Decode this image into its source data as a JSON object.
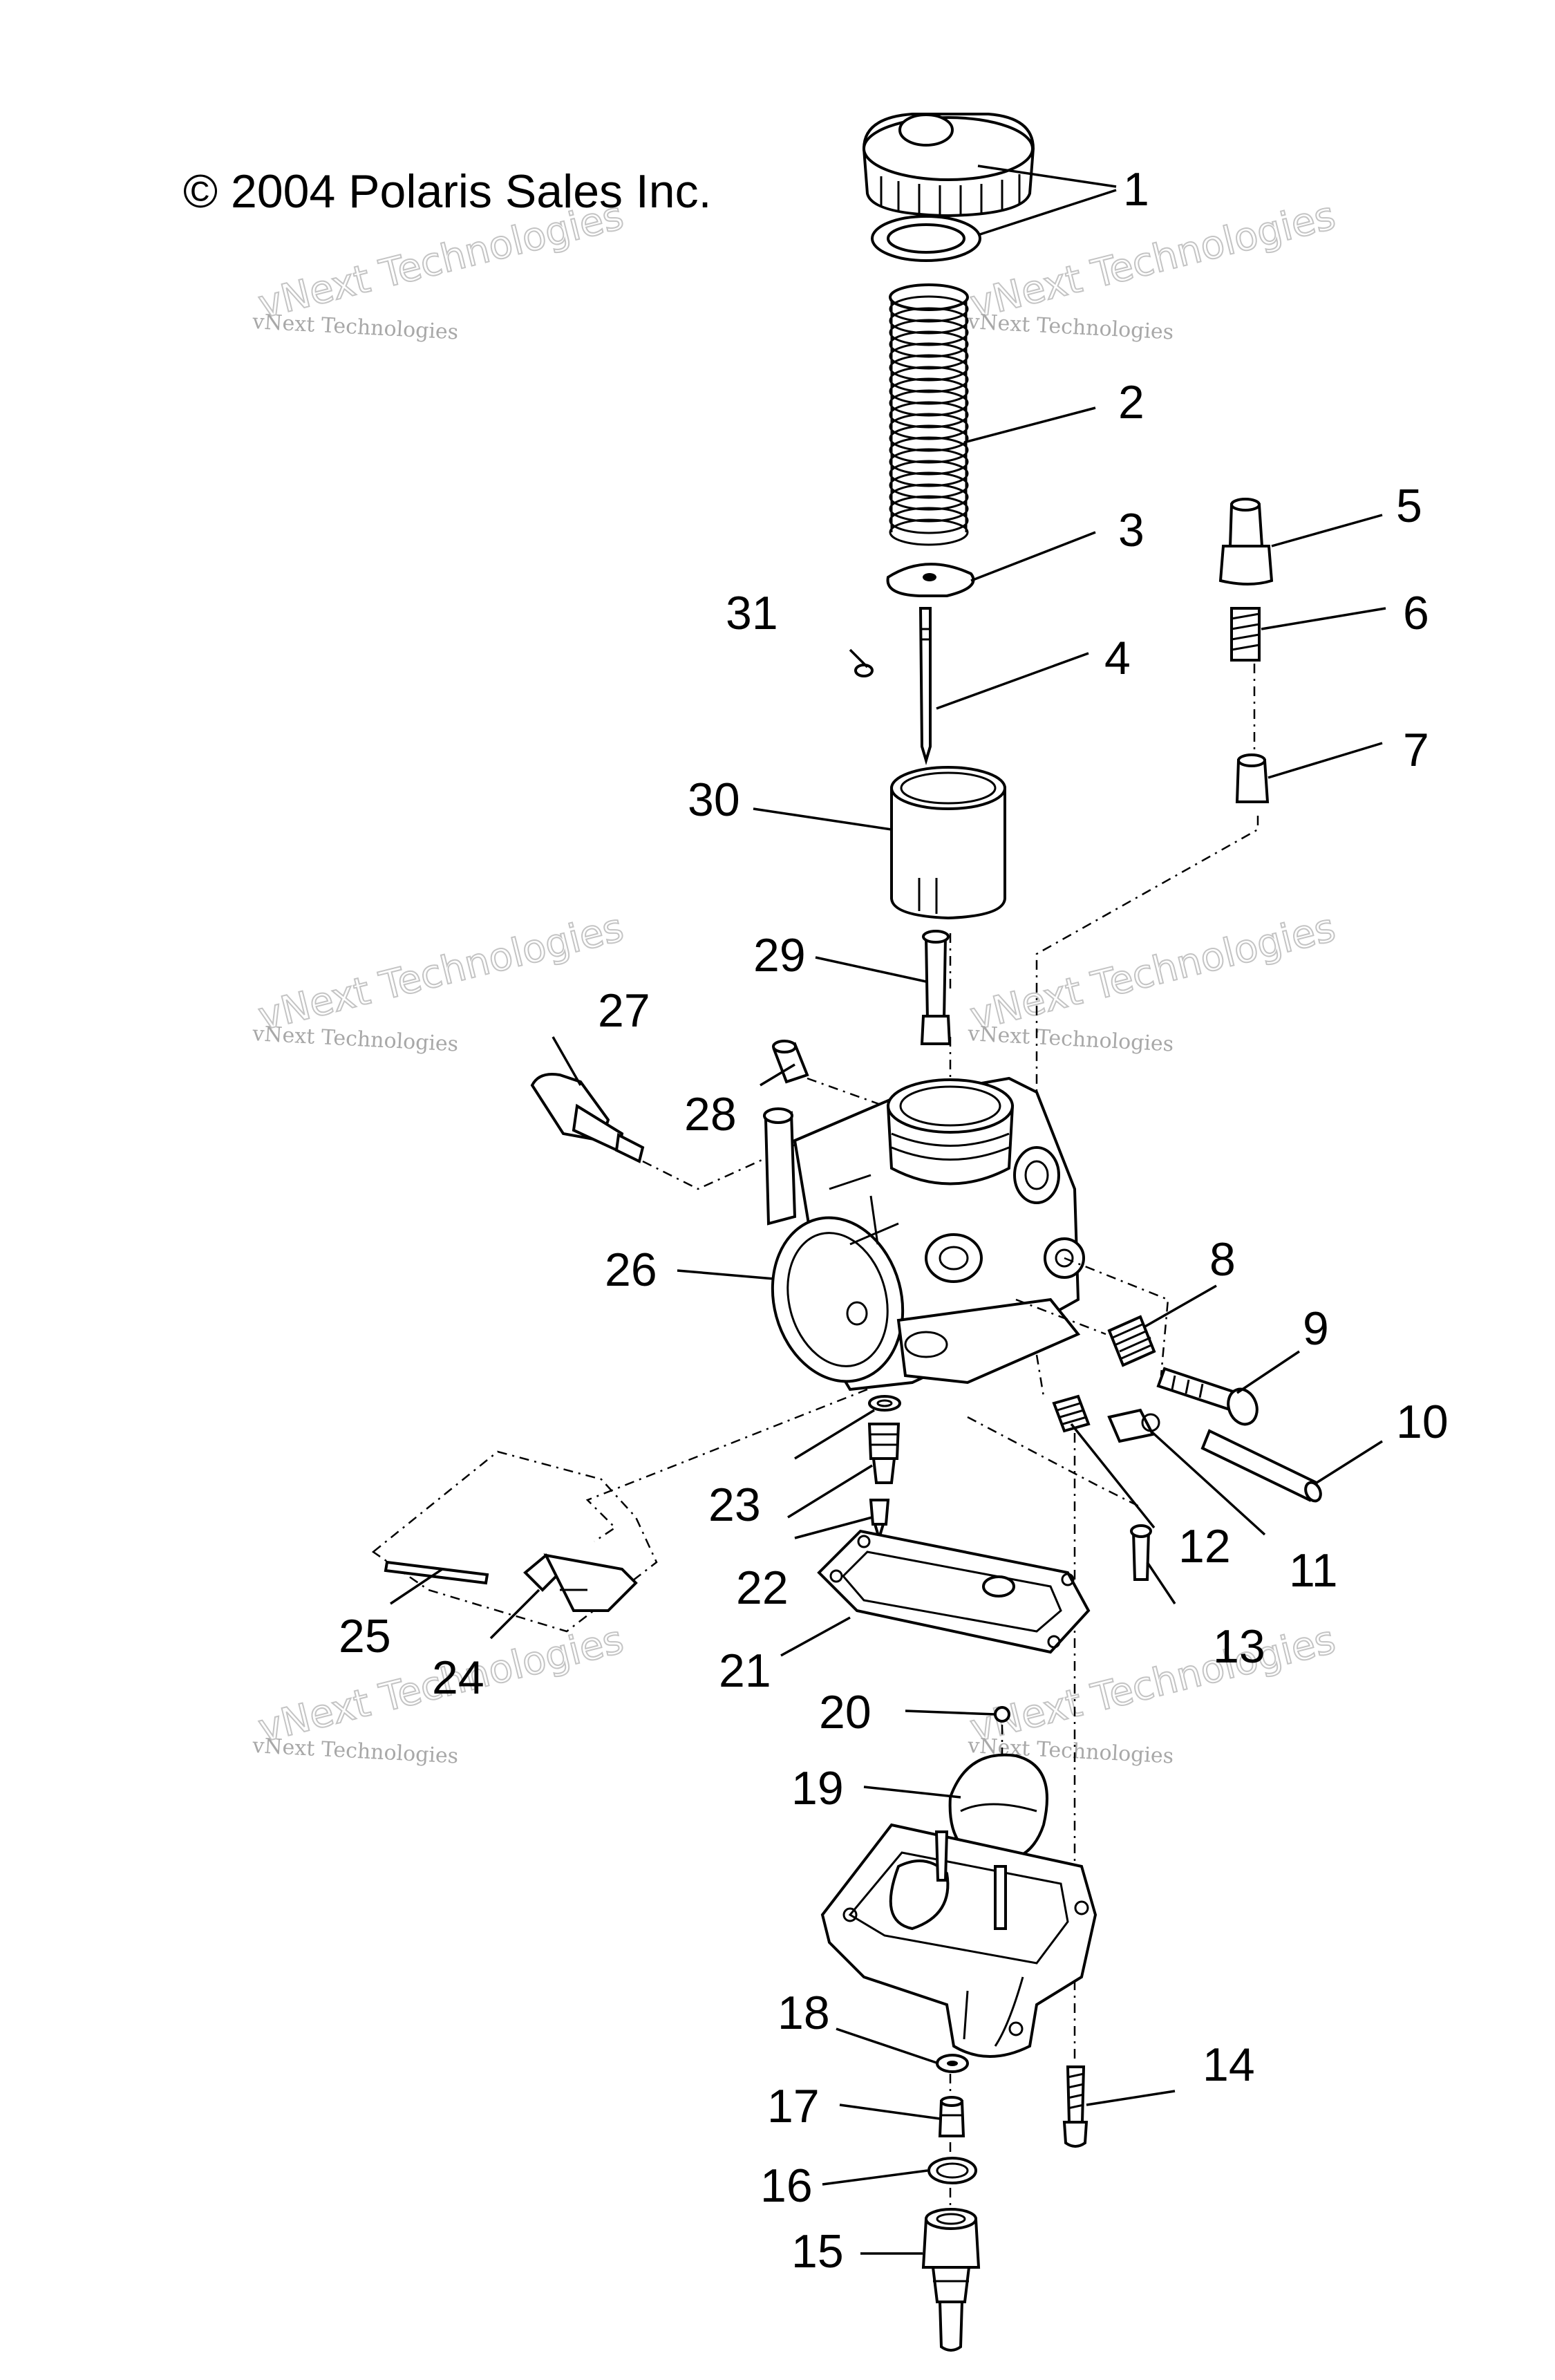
{
  "copyright": "© 2004 Polaris Sales Inc.",
  "watermark": {
    "line1": "vNext Technologies",
    "line2": "vNext Technologies"
  },
  "callouts": [
    "1",
    "2",
    "3",
    "4",
    "5",
    "6",
    "7",
    "8",
    "9",
    "10",
    "11",
    "12",
    "13",
    "14",
    "15",
    "16",
    "17",
    "18",
    "19",
    "20",
    "21",
    "22",
    "23",
    "24",
    "25",
    "26",
    "27",
    "28",
    "29",
    "30",
    "31"
  ]
}
